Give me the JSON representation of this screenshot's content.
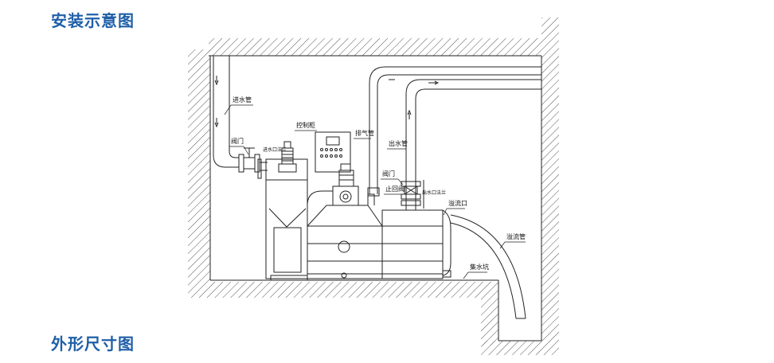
{
  "headings": {
    "install": "安装示意图",
    "outline": "外形尺寸图"
  },
  "labels": {
    "inlet_pipe": "进水管",
    "valve_left": "阀门",
    "inlet_port": "进水口法兰",
    "control_cabinet": "控制柜",
    "vent_pipe": "排气管",
    "outlet_pipe": "出水管",
    "valve_right": "阀门",
    "check_valve": "止回阀",
    "outlet_port": "出水口法兰",
    "overflow_port": "溢流口",
    "overflow_pipe": "溢流管",
    "sump": "集水坑"
  },
  "colors": {
    "heading": "#1f5fa8",
    "line": "#222222",
    "hatch": "#555555"
  }
}
